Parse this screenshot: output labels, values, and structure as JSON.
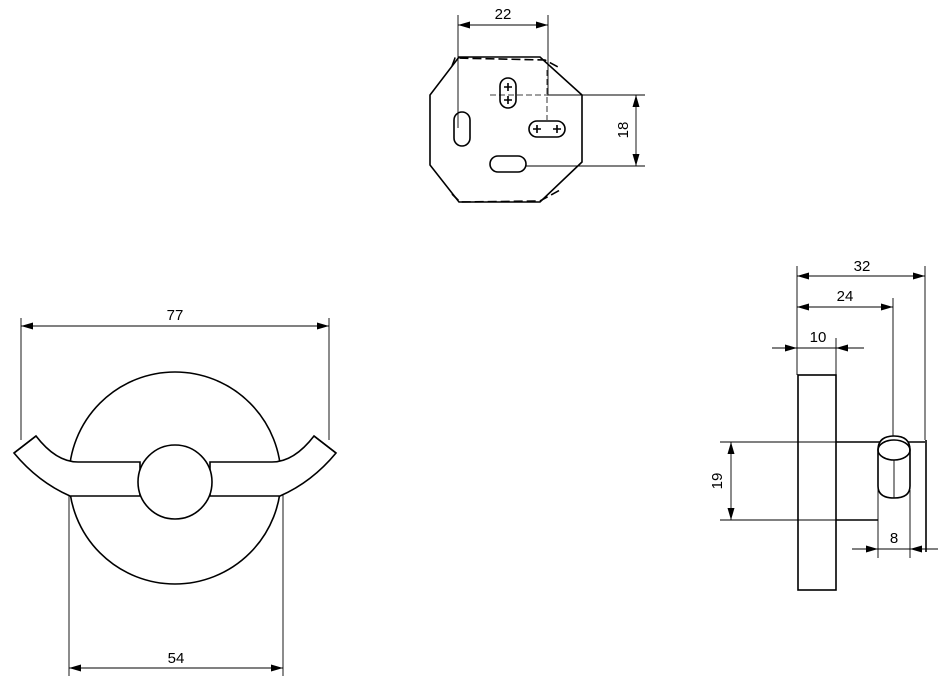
{
  "dimensions": {
    "top_width": "22",
    "top_height": "18",
    "front_width": "77",
    "base_diameter": "54",
    "side_depth_total": "32",
    "side_depth_hook": "24",
    "side_plate": "10",
    "side_height": "19",
    "side_hook_dia": "8"
  }
}
